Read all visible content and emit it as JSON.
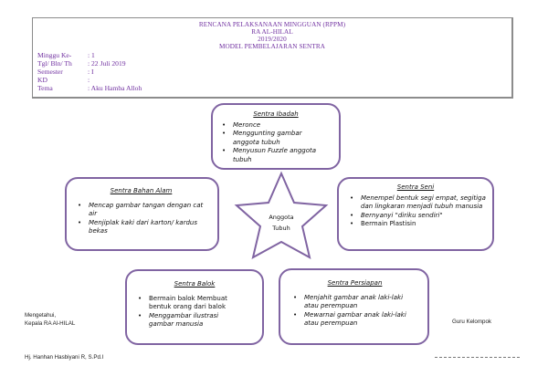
{
  "header": {
    "title_lines": [
      "RENCANA PELAKSANAAN MINGGUAN (RPPM)",
      "RA AL-HILAL",
      "2019/2020",
      "MODEL PEMBELAJARAN SENTRA"
    ],
    "meta": [
      {
        "label": "Minggu Ke-",
        "value": ": 1"
      },
      {
        "label": "Tgl/ Bln/ Th",
        "value": ": 22 Juli 2019"
      },
      {
        "label": "Semester",
        "value": ": I"
      },
      {
        "label": "KD",
        "value": ":"
      },
      {
        "label": "Tema",
        "value": ": Aku Hamba Alloh"
      }
    ]
  },
  "theme_star": {
    "line1": "Anggota",
    "line2": "Tubuh"
  },
  "sentra": {
    "ibadah": {
      "title": "Sentra Ibadah",
      "items": [
        "Meronce",
        "Menggunting gambar anggota tubuh",
        "Menyusun Fuzzle anggota tubuh"
      ]
    },
    "bahan_alam": {
      "title": "Sentra Bahan Alam",
      "items": [
        "Mencap gambar tangan dengan cat air",
        "Menjiplak kaki dari karton/ kardus bekas"
      ]
    },
    "seni": {
      "title": "Sentra Seni",
      "items": [
        "Menempel bentuk segi empat, segitiga dan lingkaran menjadi tubuh manusia",
        "Bernyanyi \"diriku sendiri\"",
        "Bermain Plastisin"
      ]
    },
    "balok": {
      "title": "Sentra Balok",
      "items": [
        "Bermain balok Membuat bentuk orang dari balok",
        "Menggambar ilustrasi gambar manusia"
      ]
    },
    "persiapan": {
      "title": "Sentra Persiapan",
      "items": [
        "Menjahit gambar anak laki-laki atau perempuan",
        "Mewarnai gambar anak laki-laki atau perempuan"
      ]
    }
  },
  "signatures": {
    "left_line1": "Mengetahui,",
    "left_line2": "Kepala RA Al-HILAL",
    "left_name": "Hj. Hanhan Hasbiyani R, S.Pd.I",
    "right_role": "Guru Kelompok",
    "right_name_placeholder": "------------------------------------"
  },
  "colors": {
    "header_text": "#7030a0",
    "box_border": "#8064a2"
  }
}
